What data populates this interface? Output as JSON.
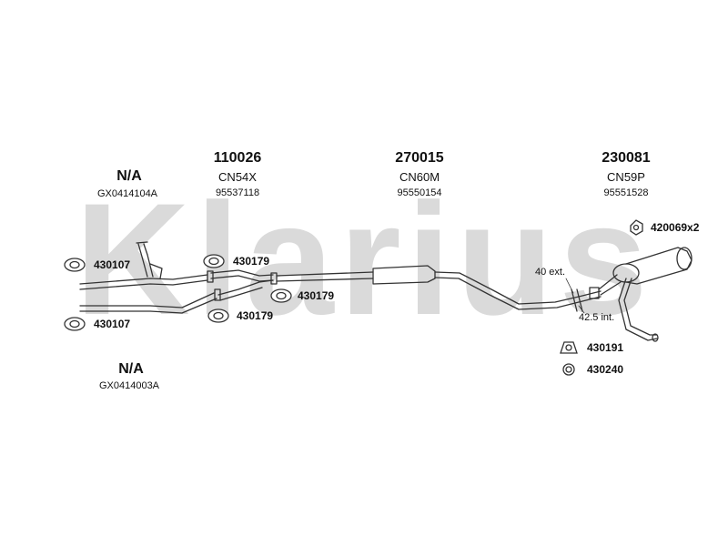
{
  "watermark": "Klarius",
  "sections": [
    {
      "id": "front-left",
      "part_number": "N/A",
      "oem": "GX0414104A"
    },
    {
      "id": "front-pipe",
      "part_number": "110026",
      "code": "CN54X",
      "oem": "95537118"
    },
    {
      "id": "centre-box",
      "part_number": "270015",
      "code": "CN60M",
      "oem": "95550154"
    },
    {
      "id": "rear-box",
      "part_number": "230081",
      "code": "CN59P",
      "oem": "95551528"
    },
    {
      "id": "front-lower",
      "part_number": "N/A",
      "oem": "GX0414003A"
    }
  ],
  "fittings": {
    "f1": "430107",
    "f2": "430107",
    "f3": "430179",
    "f4": "430179",
    "f5": "430179",
    "f6": "420069x2",
    "f7": "430191",
    "f8": "430240"
  },
  "notes": {
    "ext": "40 ext.",
    "int": "42.5 int."
  },
  "colors": {
    "watermark": "#d9d9d9",
    "line": "#333333"
  }
}
